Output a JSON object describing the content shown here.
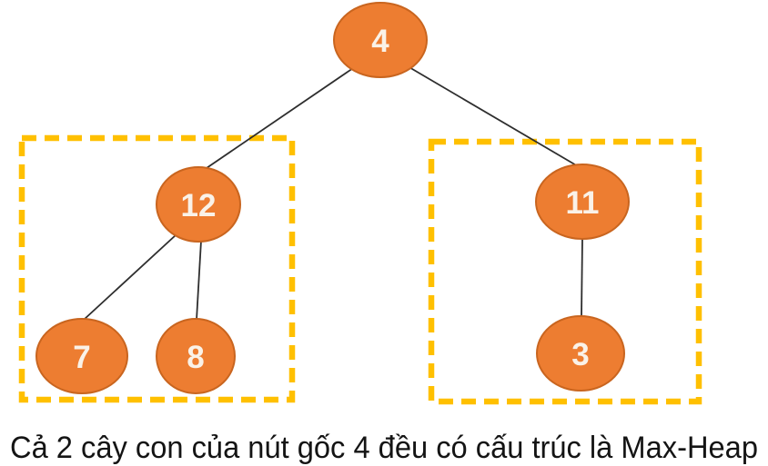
{
  "diagram": {
    "type": "binary-tree",
    "nodes": [
      {
        "id": "4",
        "label": "4",
        "role": "root"
      },
      {
        "id": "12",
        "label": "12",
        "role": "left-child-of-4"
      },
      {
        "id": "11",
        "label": "11",
        "role": "right-child-of-4"
      },
      {
        "id": "7",
        "label": "7",
        "role": "left-child-of-12"
      },
      {
        "id": "8",
        "label": "8",
        "role": "right-child-of-12"
      },
      {
        "id": "3",
        "label": "3",
        "role": "left-child-of-11"
      }
    ],
    "edges": [
      {
        "from": "4",
        "to": "12"
      },
      {
        "from": "4",
        "to": "11"
      },
      {
        "from": "12",
        "to": "7"
      },
      {
        "from": "12",
        "to": "8"
      },
      {
        "from": "11",
        "to": "3"
      }
    ],
    "highlighted_subtrees": [
      {
        "root": "12",
        "members": [
          "12",
          "7",
          "8"
        ],
        "style": "dashed-box"
      },
      {
        "root": "11",
        "members": [
          "11",
          "3"
        ],
        "style": "dashed-box"
      }
    ]
  },
  "caption": {
    "text": "Cả 2 cây con của nút gốc 4 đều có cấu trúc là Max-Heap"
  },
  "colors": {
    "node_fill": "#ED7D31",
    "node_stroke": "#C9651F",
    "node_label_color": "#FAF2E8",
    "box_color": "#FFC000",
    "edge_color": "#2E2E2E",
    "caption_color": "#141414",
    "background": "#FFFFFF"
  }
}
